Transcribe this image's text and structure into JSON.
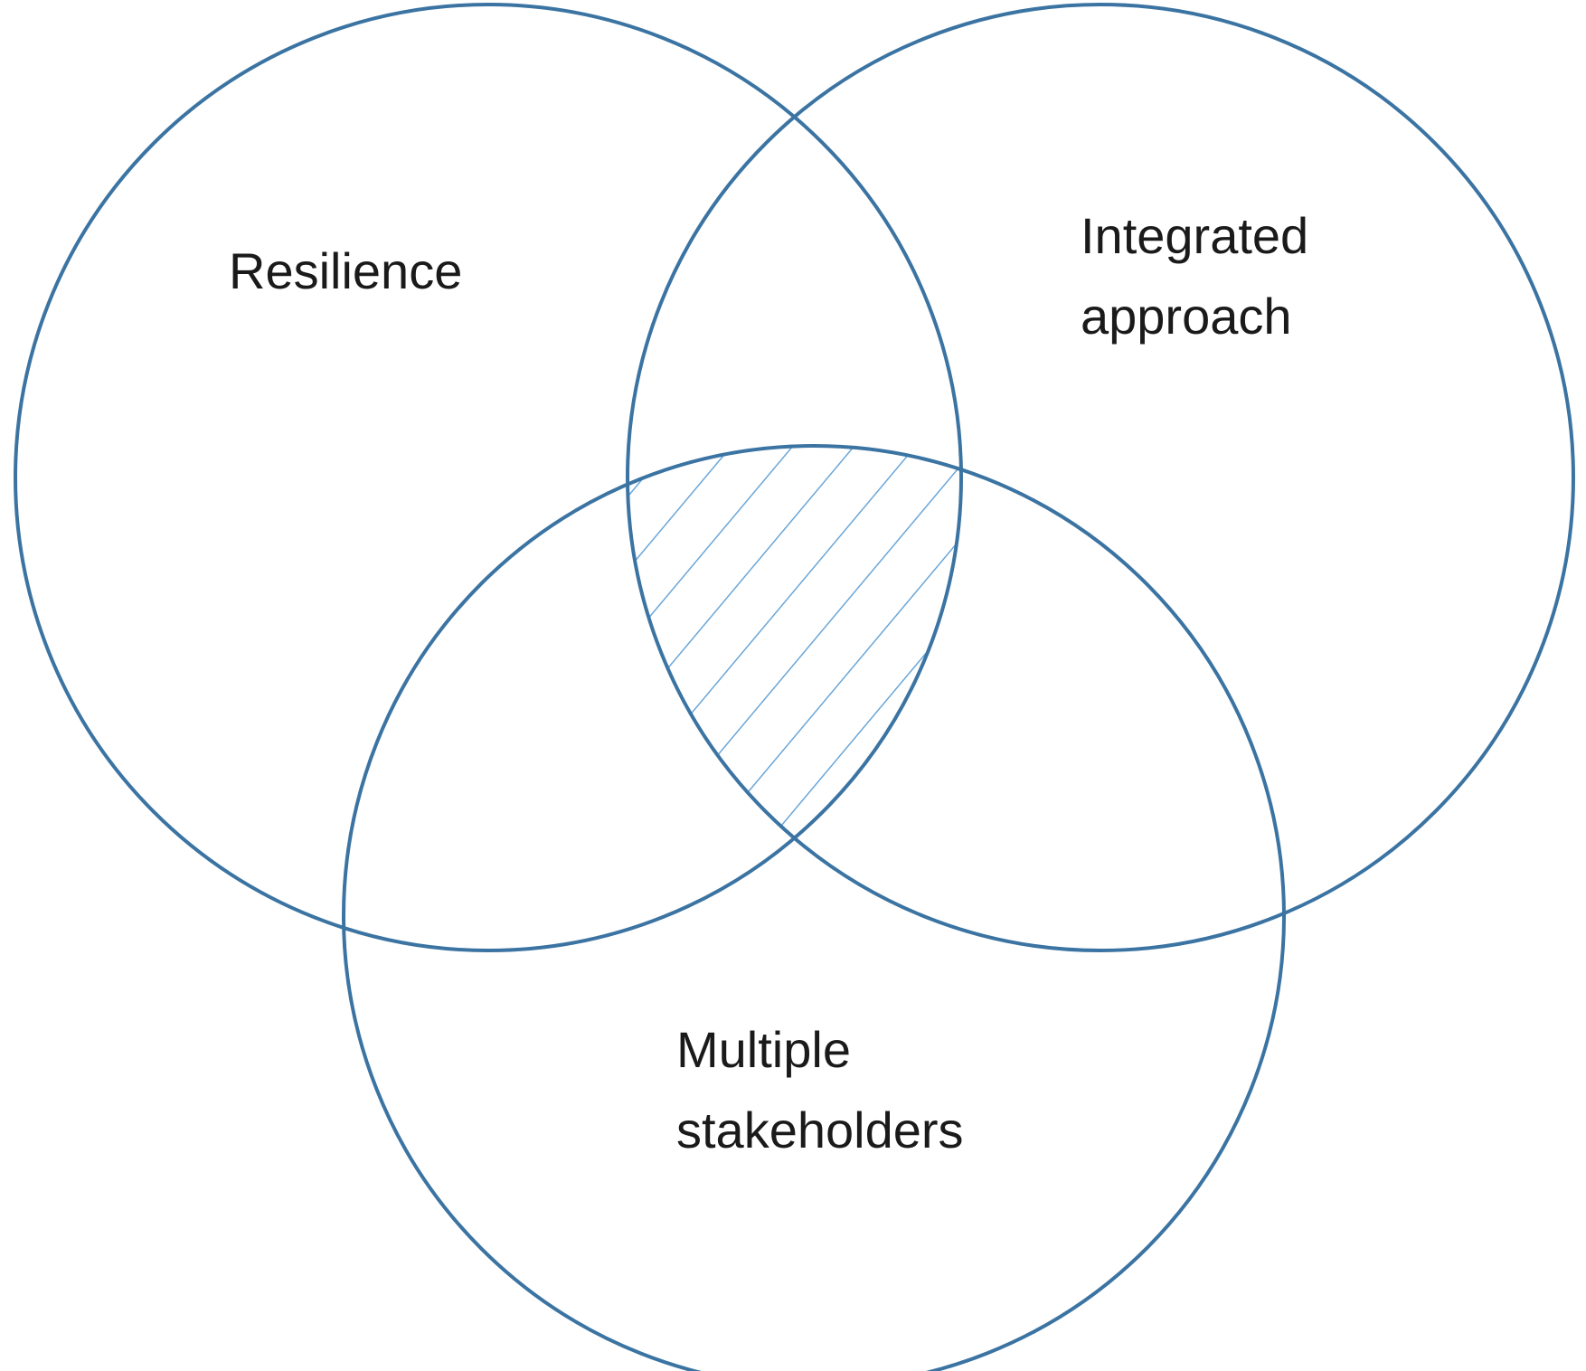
{
  "diagram": {
    "type": "venn",
    "colors": {
      "circle_stroke": "#3b74a2",
      "hatch": "#6aa6d8",
      "text": "#1a1a1a"
    },
    "sets": [
      {
        "id": "resilience",
        "lines": [
          "Resilience"
        ]
      },
      {
        "id": "integrated-approach",
        "lines": [
          "Integrated",
          "approach"
        ]
      },
      {
        "id": "multiple-stakeholders",
        "lines": [
          "Multiple",
          "stakeholders"
        ]
      }
    ],
    "highlighted_region": "intersection of all three sets",
    "highlight_pattern": "diagonal hatch"
  }
}
